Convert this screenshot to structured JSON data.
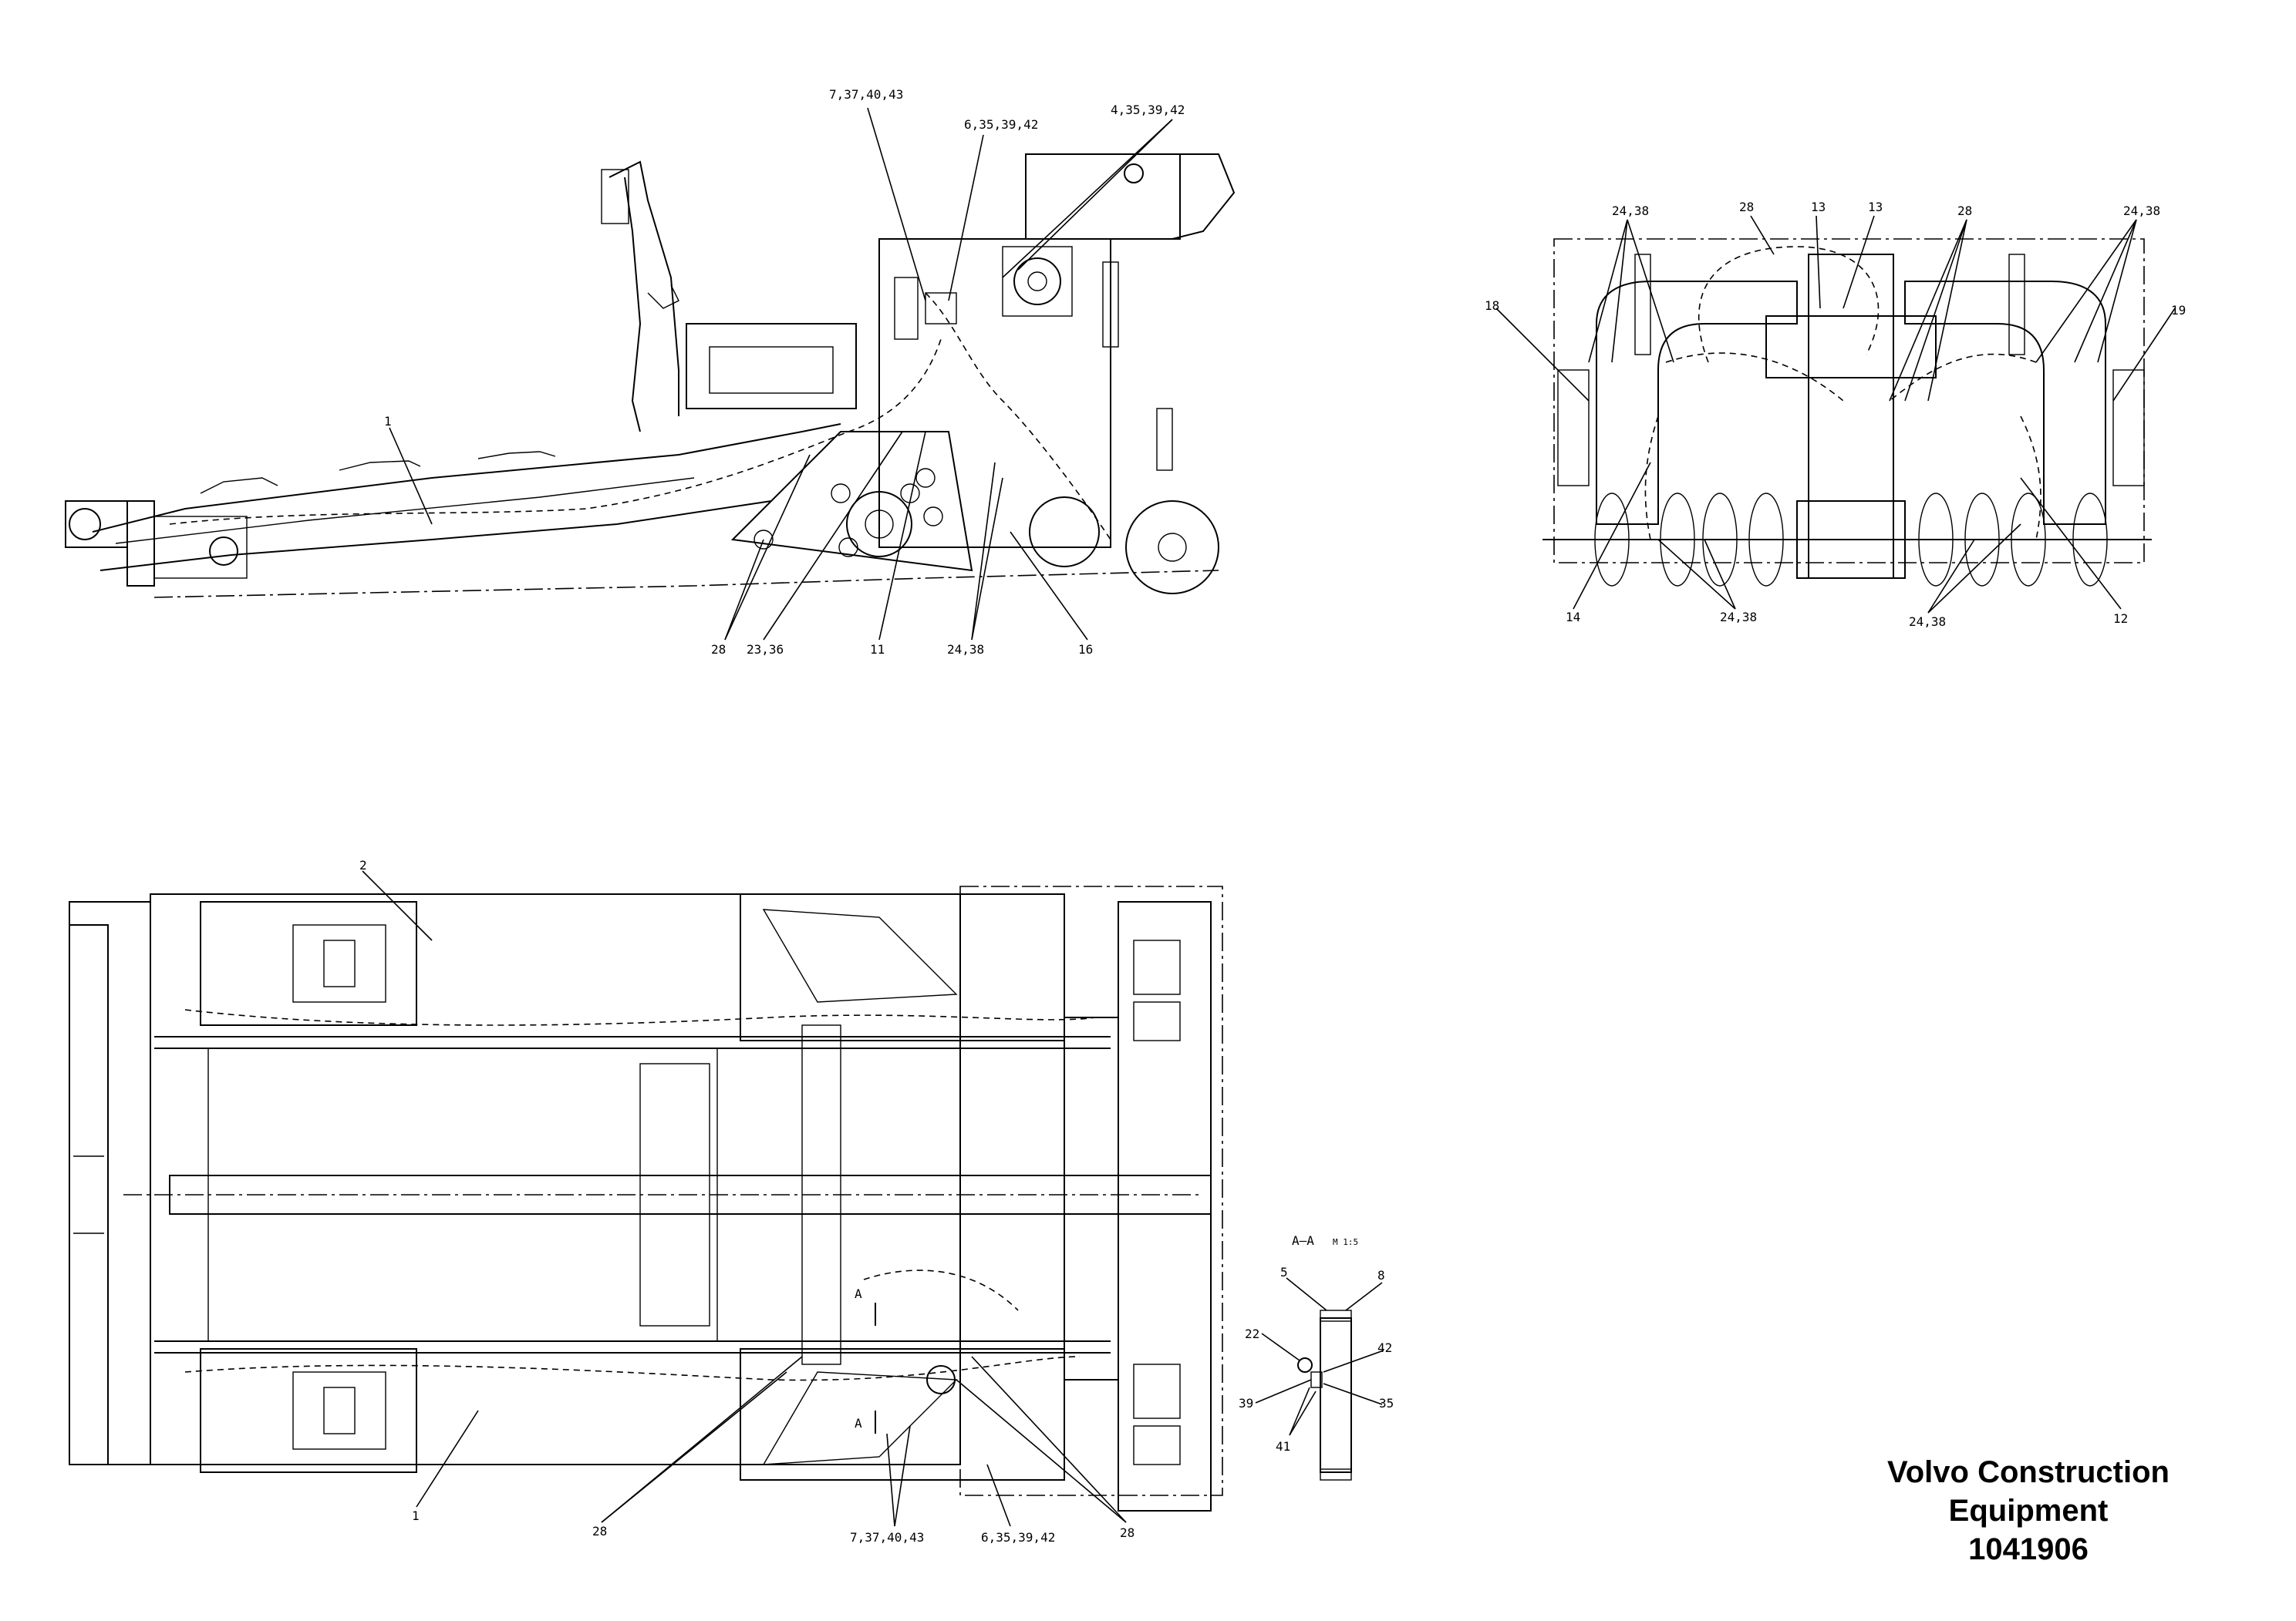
{
  "title_block": {
    "company_line1": "Volvo Construction",
    "company_line2": "Equipment",
    "drawing_number": "1041906"
  },
  "side_view": {
    "callouts": {
      "c1": "7,37,40,43",
      "c2": "6,35,39,42",
      "c3": "4,35,39,42",
      "c4": "1",
      "c5": "28",
      "c6": "23,36",
      "c7": "11",
      "c8": "24,38",
      "c9": "16"
    }
  },
  "rear_view": {
    "callouts": {
      "c1": "24,38",
      "c2": "28",
      "c3": "13",
      "c4": "13",
      "c5": "28",
      "c6": "24,38",
      "c7": "18",
      "c8": "19",
      "c9": "14",
      "c10": "24,38",
      "c11": "24,38",
      "c12": "12"
    }
  },
  "top_view": {
    "callouts": {
      "c1": "2",
      "c2": "1",
      "c3": "28",
      "c4": "7,37,40,43",
      "c5": "6,35,39,42",
      "c6": "28",
      "section_mark_1": "A",
      "section_mark_2": "A"
    }
  },
  "section_view": {
    "title": "A–A",
    "scale": "M 1:5",
    "callouts": {
      "c1": "5",
      "c2": "8",
      "c3": "22",
      "c4": "42",
      "c5": "39",
      "c6": "35",
      "c7": "41"
    }
  }
}
